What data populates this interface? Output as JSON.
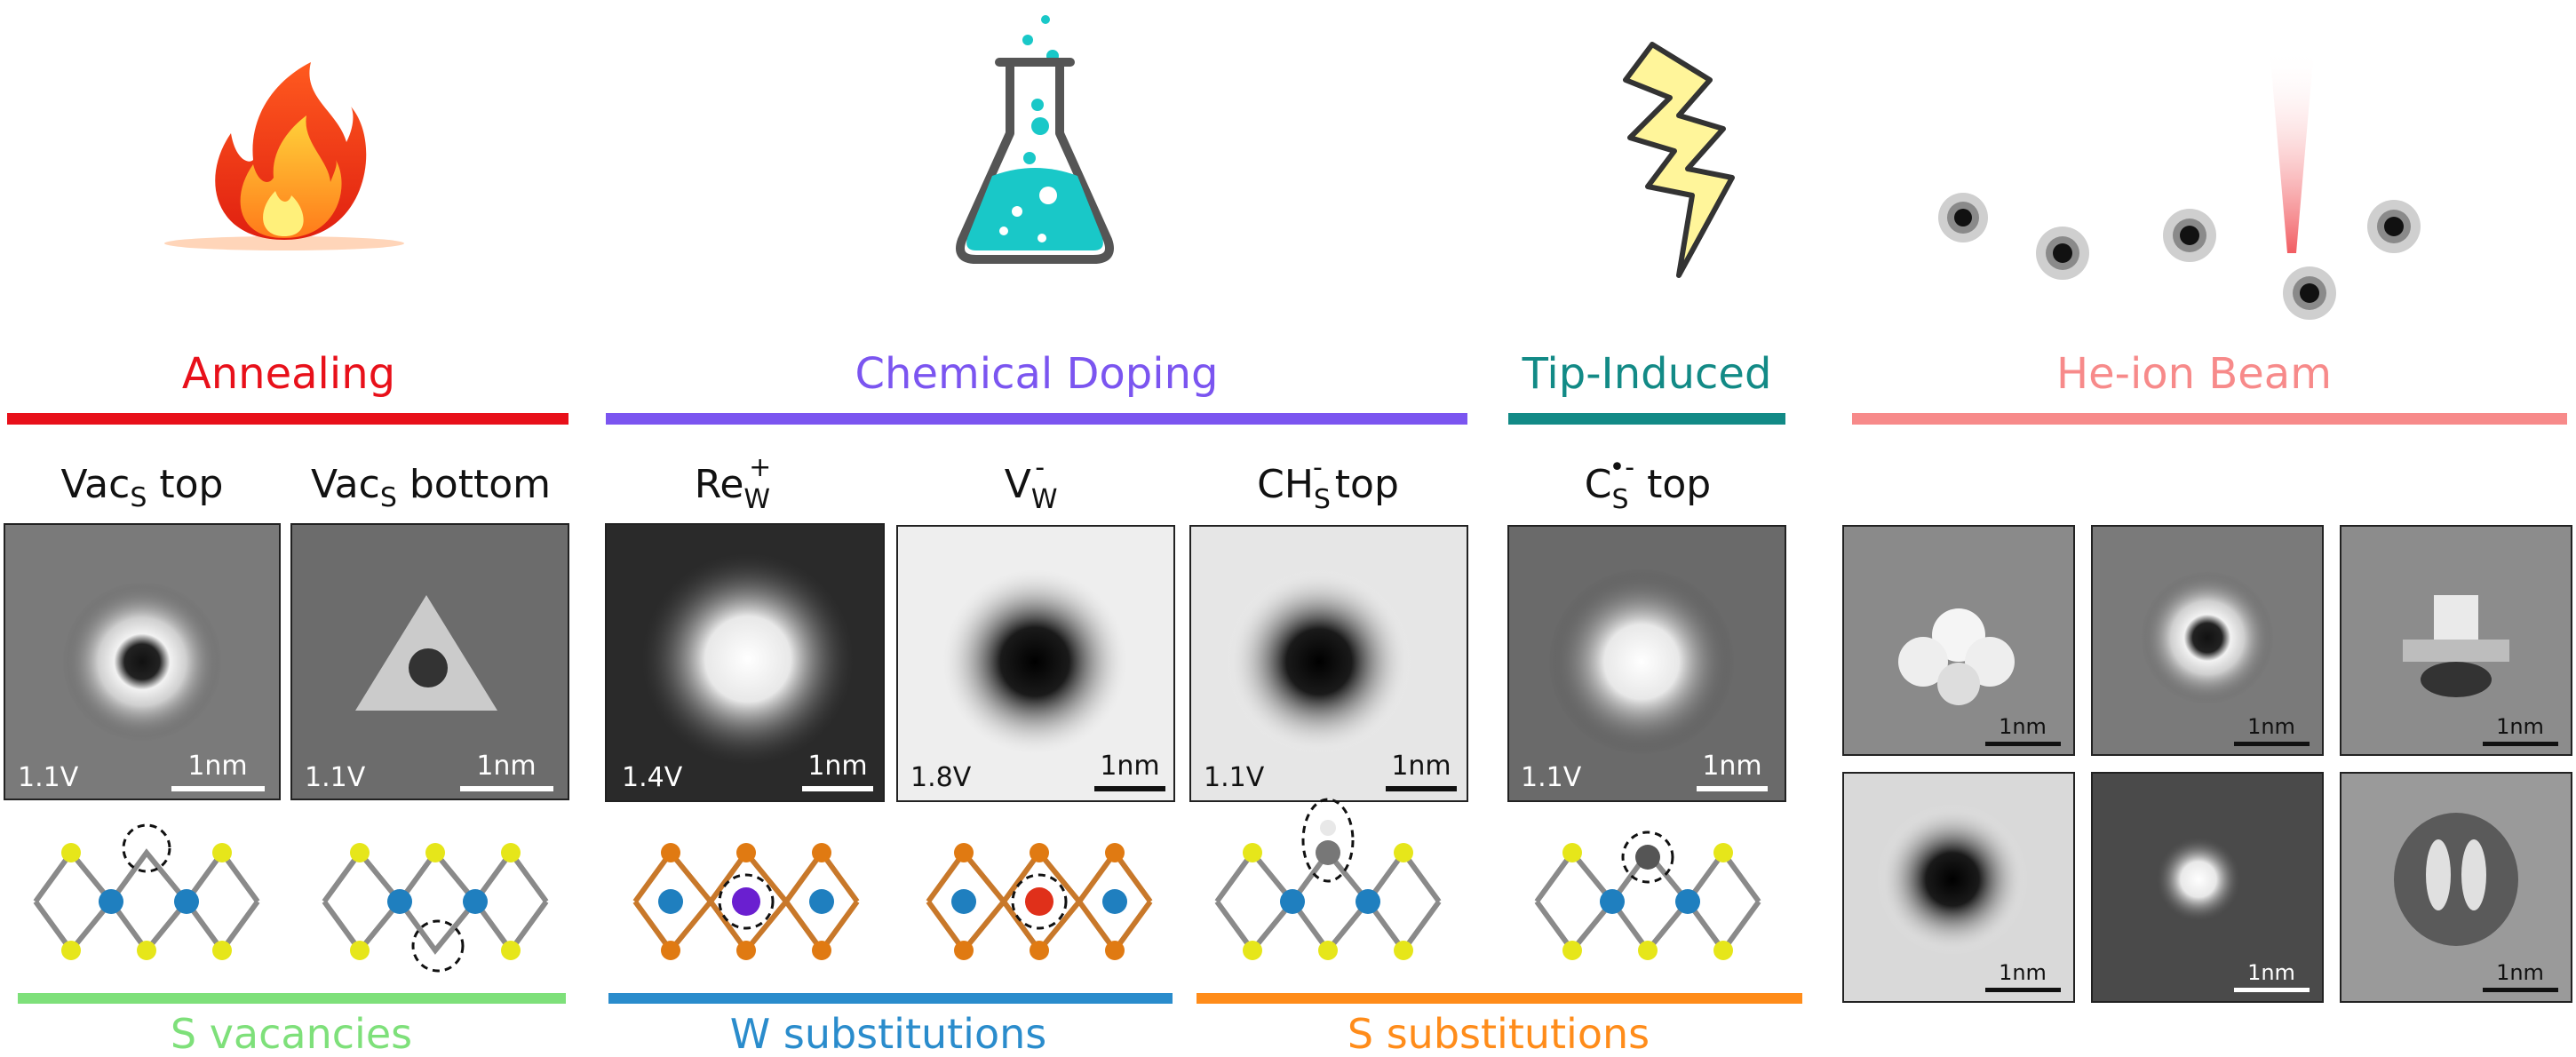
{
  "categories": [
    {
      "label": "Annealing",
      "color": "#e8101a"
    },
    {
      "label": "Chemical Doping",
      "color": "#7b55f0"
    },
    {
      "label": "Tip-Induced",
      "color": "#128a86"
    },
    {
      "label": "He-ion Beam",
      "color": "#f78a8a"
    }
  ],
  "columns": {
    "c1": {
      "main": "Vac",
      "sub": "S",
      "tail": " top"
    },
    "c2": {
      "main": "Vac",
      "sub": "S",
      "tail": " bottom"
    },
    "c3": {
      "main": "Re",
      "sub": "W",
      "sup": "+"
    },
    "c4": {
      "main": "V",
      "sub": "W",
      "sup": "-"
    },
    "c5": {
      "main": "CH",
      "sub": "S",
      "sup": "-",
      "tail": " top"
    },
    "c6": {
      "main": "C",
      "sub": "S",
      "sup": "•-",
      "tail": " top"
    }
  },
  "panels": [
    {
      "voltage": "1.1V",
      "scale": "1nm"
    },
    {
      "voltage": "1.1V",
      "scale": "1nm"
    },
    {
      "voltage": "1.4V",
      "scale": "1nm"
    },
    {
      "voltage": "1.8V",
      "scale": "1nm"
    },
    {
      "voltage": "1.1V",
      "scale": "1nm"
    },
    {
      "voltage": "1.1V",
      "scale": "1nm"
    }
  ],
  "he_panels": [
    {
      "scale": "1nm"
    },
    {
      "scale": "1nm"
    },
    {
      "scale": "1nm"
    },
    {
      "scale": "1nm"
    },
    {
      "scale": "1nm"
    },
    {
      "scale": "1nm"
    }
  ],
  "groups": [
    {
      "label": "S vacancies",
      "color": "#7ee07a"
    },
    {
      "label": "W substitutions",
      "color": "#2a8ccc"
    },
    {
      "label": "S substitutions",
      "color": "#ff8c1a"
    }
  ],
  "icons": [
    "fire-icon",
    "flask-icon",
    "lightning-icon",
    "bullet-holes-icon"
  ]
}
